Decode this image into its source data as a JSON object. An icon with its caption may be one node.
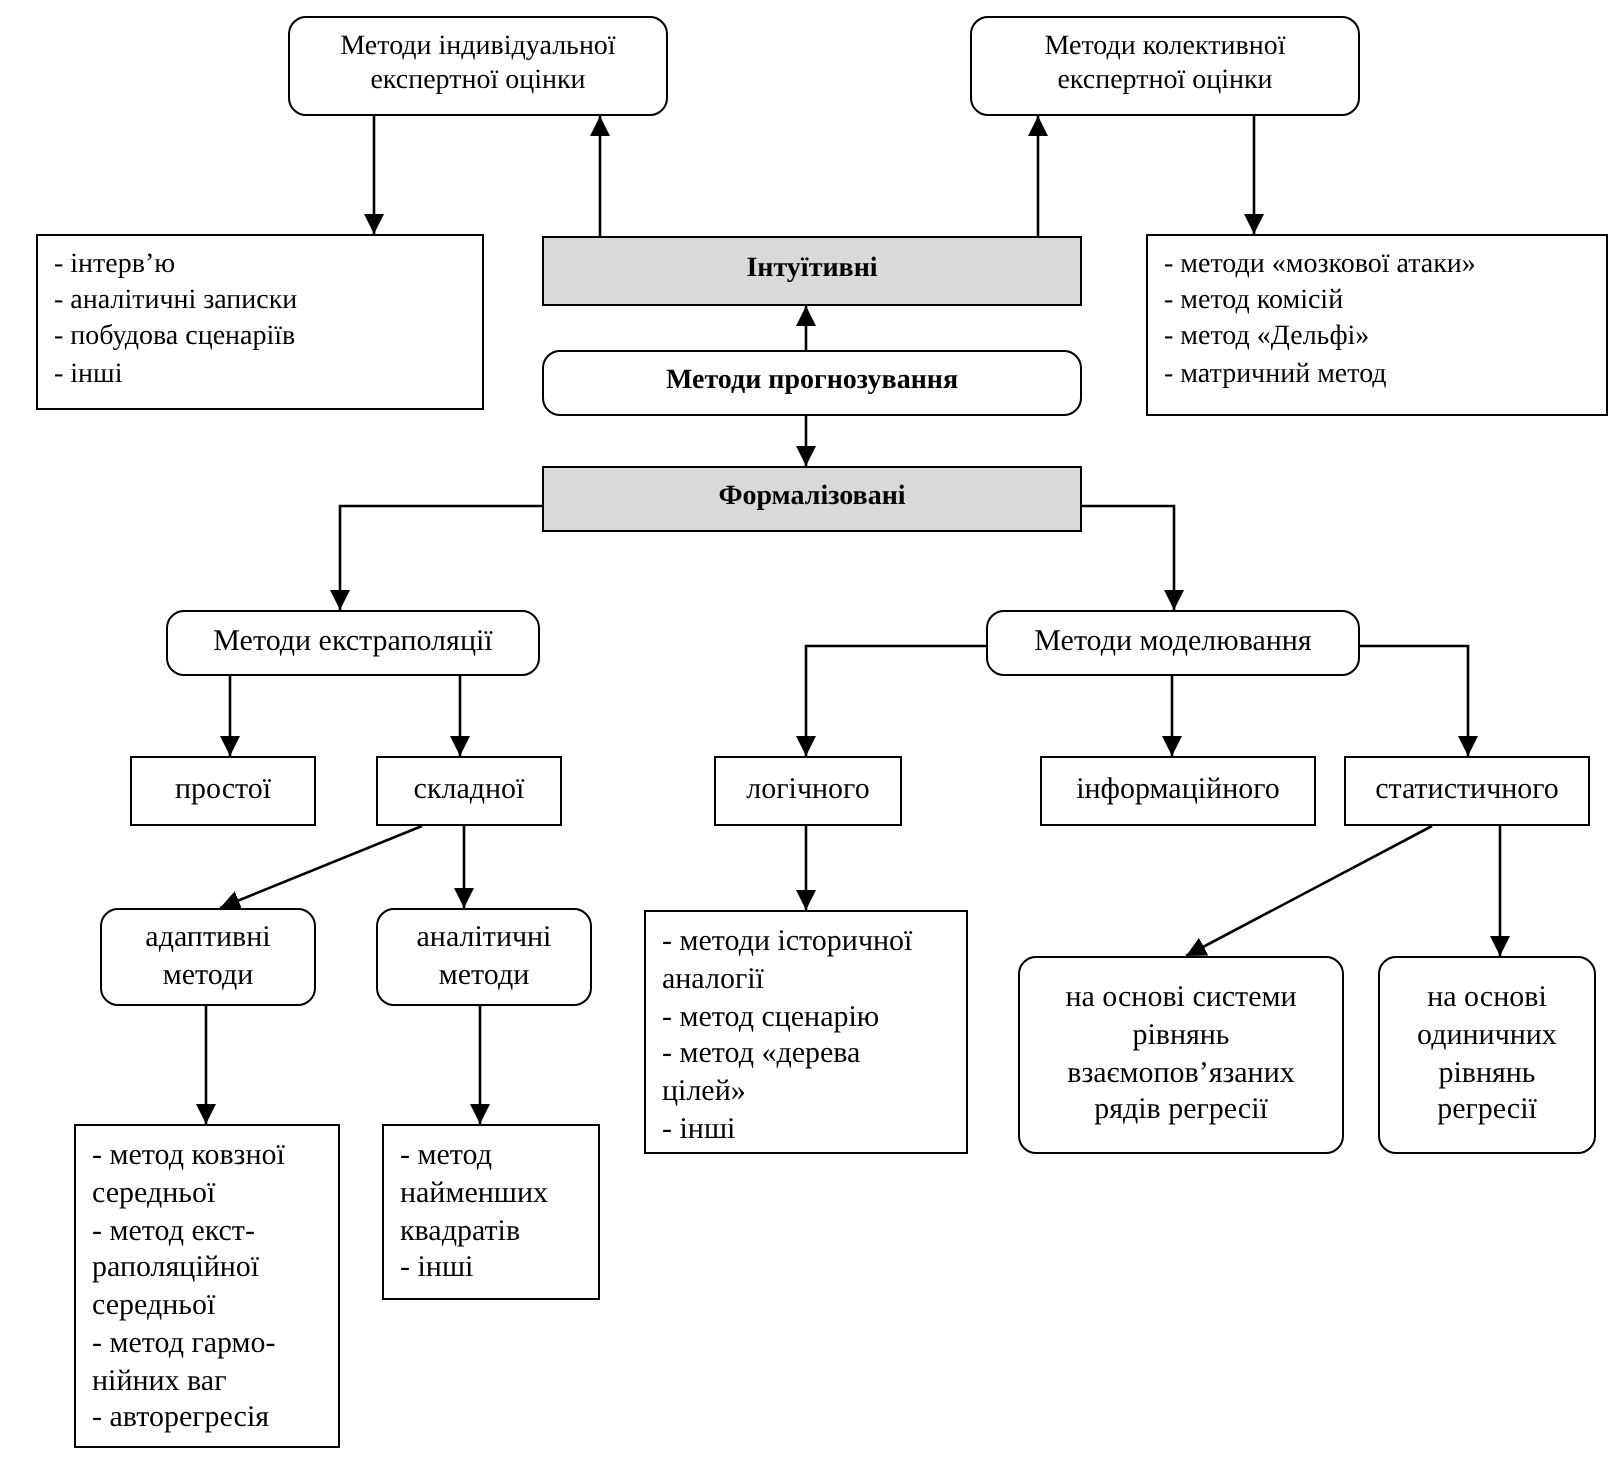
{
  "diagram": {
    "nodes": [
      {
        "text": [
          "Методи прогнозування"
        ]
      },
      {
        "text": [
          "Інтуїтивні"
        ]
      },
      {
        "text": [
          "Формалізовані"
        ]
      },
      {
        "text": [
          "Методи індивідуальної експертної оцінки"
        ]
      },
      {
        "text": [
          "Методи колективної експертної оцінки"
        ]
      },
      {
        "text": [
          "- інтерв’ю",
          "- аналітичні записки",
          "- побудова сценаріїв",
          "- інші"
        ]
      },
      {
        "text": [
          "- методи «мозкової атаки»",
          "- метод комісій",
          "- метод «Дельфі»",
          "- матричний метод"
        ]
      },
      {
        "text": [
          "Методи екстраполяції"
        ]
      },
      {
        "text": [
          "Методи моделювання"
        ]
      },
      {
        "text": [
          "простої"
        ]
      },
      {
        "text": [
          "складної"
        ]
      },
      {
        "text": [
          "логічного"
        ]
      },
      {
        "text": [
          "інформаційного"
        ]
      },
      {
        "text": [
          "статистичного"
        ]
      },
      {
        "text": [
          "адаптивні методи"
        ]
      },
      {
        "text": [
          "аналітичні методи"
        ]
      },
      {
        "text": [
          "- методи історичної аналогії",
          "- метод сценарію",
          "- метод «дерева цілей»",
          "- інші"
        ]
      },
      {
        "text": [
          "на основі системи рівнянь взаємопов’язаних рядів регресії"
        ]
      },
      {
        "text": [
          "на основі одиничних рівнянь регресії"
        ]
      },
      {
        "text": [
          "- метод ковзної середньої",
          "- метод екст- раполяційної середньої",
          "- метод гармо- нійних ваг",
          "- авторегресія"
        ]
      },
      {
        "text": [
          "- метод найменших квадратів",
          "- інші"
        ]
      }
    ],
    "edges": [
      {
        "from": 0,
        "to": 1,
        "arrow": "to"
      },
      {
        "from": 0,
        "to": 2,
        "arrow": "to"
      },
      {
        "from": 1,
        "to": 3,
        "arrow": "to"
      },
      {
        "from": 3,
        "to": 5,
        "arrow": "to"
      },
      {
        "from": 1,
        "to": 4,
        "arrow": "to"
      },
      {
        "from": 4,
        "to": 6,
        "arrow": "to"
      },
      {
        "from": 2,
        "to": 7,
        "arrow": "to"
      },
      {
        "from": 2,
        "to": 8,
        "arrow": "to"
      },
      {
        "from": 7,
        "to": 9,
        "arrow": "to"
      },
      {
        "from": 7,
        "to": 10,
        "arrow": "to"
      },
      {
        "from": 10,
        "to": 14,
        "arrow": "to"
      },
      {
        "from": 10,
        "to": 15,
        "arrow": "to"
      },
      {
        "from": 14,
        "to": 19,
        "arrow": "to"
      },
      {
        "from": 15,
        "to": 20,
        "arrow": "to"
      },
      {
        "from": 8,
        "to": 11,
        "arrow": "to"
      },
      {
        "from": 8,
        "to": 12,
        "arrow": "to"
      },
      {
        "from": 8,
        "to": 13,
        "arrow": "to"
      },
      {
        "from": 11,
        "to": 16,
        "arrow": "to"
      },
      {
        "from": 13,
        "to": 17,
        "arrow": "to"
      },
      {
        "from": 13,
        "to": 18,
        "arrow": "to"
      }
    ]
  }
}
